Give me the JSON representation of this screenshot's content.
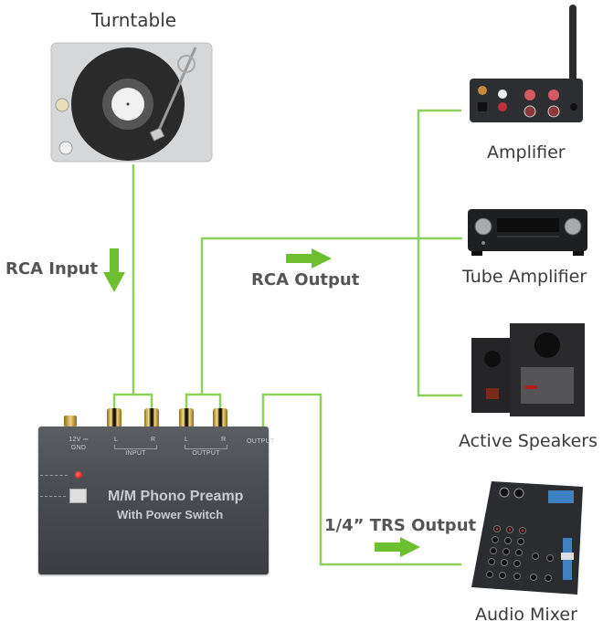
{
  "title": "M/M Phono Preamp Connection Diagram",
  "devices": {
    "turntable": {
      "label": "Turntable"
    },
    "amplifier": {
      "label": "Amplifier"
    },
    "tube_amplifier": {
      "label": "Tube Amplifier"
    },
    "active_speakers": {
      "label": "Active Speakers"
    },
    "audio_mixer": {
      "label": "Audio Mixer"
    }
  },
  "connections": {
    "rca_input": {
      "label": "RCA Input",
      "arrow": "down"
    },
    "rca_output": {
      "label": "RCA Output",
      "arrow": "right"
    },
    "trs_output": {
      "label": "1/4” TRS Output",
      "arrow": "right"
    }
  },
  "preamp": {
    "title": "M/M Phono Preamp",
    "subtitle": "With Power Switch",
    "power_label_1": "12V ⎓",
    "power_label_2": "GND",
    "input_l": "L",
    "input_r": "R",
    "input_label": "INPUT",
    "output_l": "L",
    "output_r": "R",
    "output_label": "OUTPUT",
    "trs_output_label": "OUTPUT"
  },
  "colors": {
    "wire": "#8dd05a",
    "arrow": "#6cbf2e",
    "text": "#3a3a3a"
  }
}
